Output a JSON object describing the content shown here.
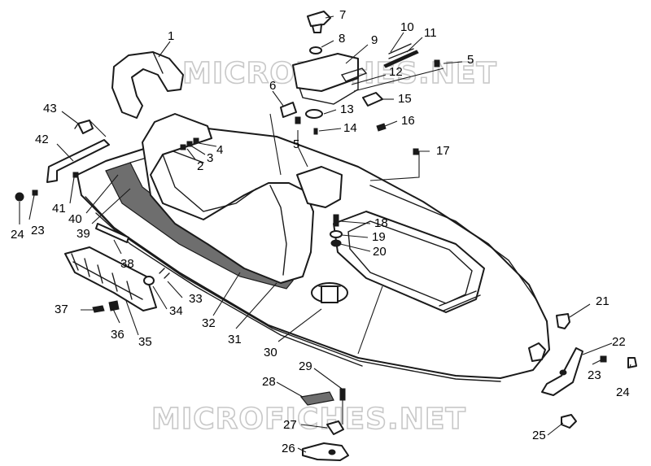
{
  "diagram": {
    "watermark": "MICROFICHES.NET",
    "callouts": [
      "1",
      "2",
      "3",
      "4",
      "5",
      "6",
      "7",
      "8",
      "9",
      "10",
      "11",
      "12",
      "13",
      "14",
      "15",
      "16",
      "17",
      "18",
      "19",
      "20",
      "21",
      "22",
      "23",
      "24",
      "25",
      "26",
      "27",
      "28",
      "29",
      "30",
      "31",
      "32",
      "33",
      "34",
      "35",
      "36",
      "37",
      "38",
      "39",
      "40",
      "41",
      "42",
      "43"
    ]
  },
  "colors": {
    "ink": "#1a1a1a",
    "background": "#ffffff",
    "watermark": "#c8c8c8"
  }
}
